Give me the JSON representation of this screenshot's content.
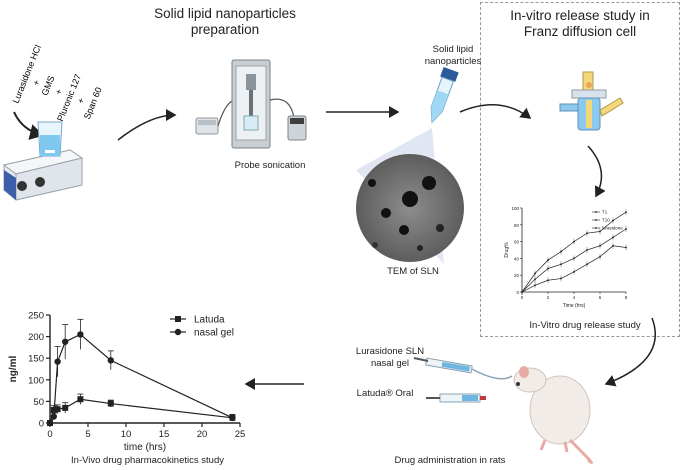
{
  "ingredients": [
    "Lurasidone HCl",
    "+",
    "GMS",
    "+",
    "Pluronic 127",
    "+",
    "Span 60"
  ],
  "titles": {
    "preparation_line1": "Solid lipid nanoparticles",
    "preparation_line2": "preparation",
    "invitro_line1": "In-vitro release study in",
    "invitro_line2": "Franz diffusion cell"
  },
  "captions": {
    "probe_sonication": "Probe sonication",
    "sln_tube_line1": "Solid lipid",
    "sln_tube_line2": "nanoparticles",
    "tem": "TEM of SLN",
    "invitro_release": "In-Vitro drug release study",
    "drug_admin": "Drug administration in rats",
    "pk_study": "In-Vivo drug pharmacokinetics study",
    "sln_gel_line1": "Lurasidone SLN",
    "sln_gel_line2": "nasal gel",
    "latuda_oral": "Latuda® Oral"
  },
  "colors": {
    "hotplate": "#e9eef3",
    "beaker_liquid": "#7fc8f0",
    "device_gray": "#c9ced3",
    "tube_blue": "#9fd7f5",
    "franz_yellow": "#f3d77a",
    "franz_blue": "#8cc9ee",
    "rat": "#f2ece8",
    "rat_pink": "#e9a9a6",
    "syringe_blue": "#6fb6e0",
    "line": "#222222"
  },
  "chart_data": [
    {
      "type": "line",
      "xlabel": "Time (hrs)",
      "ylabel": "Drug%",
      "xlim": [
        0,
        8
      ],
      "ylim": [
        0,
        100
      ],
      "xticks": [
        "0",
        "2",
        "4",
        "6",
        "8"
      ],
      "yticks": [
        "0",
        "20",
        "40",
        "60",
        "80",
        "100"
      ],
      "legend_position": "top-right",
      "x": [
        0,
        1,
        2,
        3,
        4,
        5,
        6,
        7,
        8
      ],
      "series": [
        {
          "name": "T1",
          "values": [
            0,
            22,
            38,
            48,
            60,
            70,
            72,
            85,
            95
          ]
        },
        {
          "name": "T10",
          "values": [
            0,
            15,
            28,
            33,
            40,
            50,
            55,
            65,
            75
          ]
        },
        {
          "name": "lurasidone",
          "values": [
            0,
            8,
            14,
            16,
            24,
            33,
            42,
            55,
            53
          ]
        }
      ]
    },
    {
      "type": "line",
      "xlabel": "time (hrs)",
      "ylabel": "ng/ml",
      "xlim": [
        0,
        25
      ],
      "ylim": [
        0,
        250
      ],
      "xticks": [
        "0",
        "5",
        "10",
        "15",
        "20",
        "25"
      ],
      "yticks": [
        "0",
        "50",
        "100",
        "150",
        "200",
        "250"
      ],
      "legend_position": "top-right",
      "series": [
        {
          "name": "Latuda",
          "marker": "square",
          "x": [
            0,
            0.5,
            1,
            2,
            4,
            8,
            24
          ],
          "values": [
            0,
            30,
            32,
            35,
            55,
            45,
            12
          ],
          "err": [
            0,
            10,
            10,
            12,
            12,
            8,
            6
          ]
        },
        {
          "name": "nasal gel",
          "marker": "circle",
          "x": [
            0,
            0.5,
            1,
            2,
            4,
            8,
            24
          ],
          "values": [
            0,
            15,
            142,
            188,
            205,
            145,
            12
          ],
          "err": [
            0,
            8,
            35,
            40,
            35,
            22,
            8
          ]
        }
      ]
    }
  ]
}
